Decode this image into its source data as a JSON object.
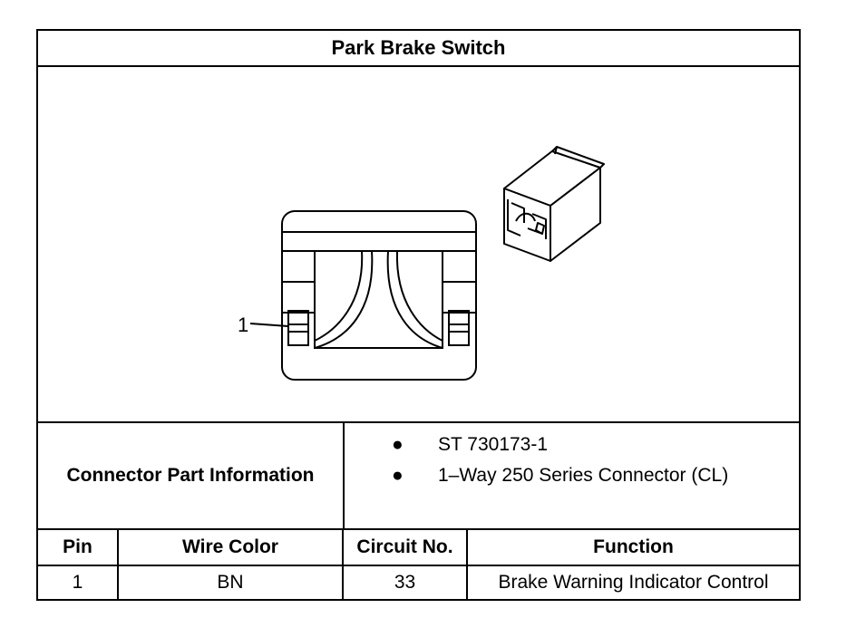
{
  "title": "Park Brake Switch",
  "diagram": {
    "pin_callout": "1"
  },
  "connector_info": {
    "label": "Connector Part Information",
    "items": [
      "ST 730173-1",
      "1–Way 250 Series Connector (CL)"
    ]
  },
  "pin_table": {
    "headers": {
      "pin": "Pin",
      "wire_color": "Wire Color",
      "circuit_no": "Circuit No.",
      "function": "Function"
    },
    "rows": [
      {
        "pin": "1",
        "wire_color": "BN",
        "circuit_no": "33",
        "function": "Brake Warning Indicator Control"
      }
    ]
  }
}
